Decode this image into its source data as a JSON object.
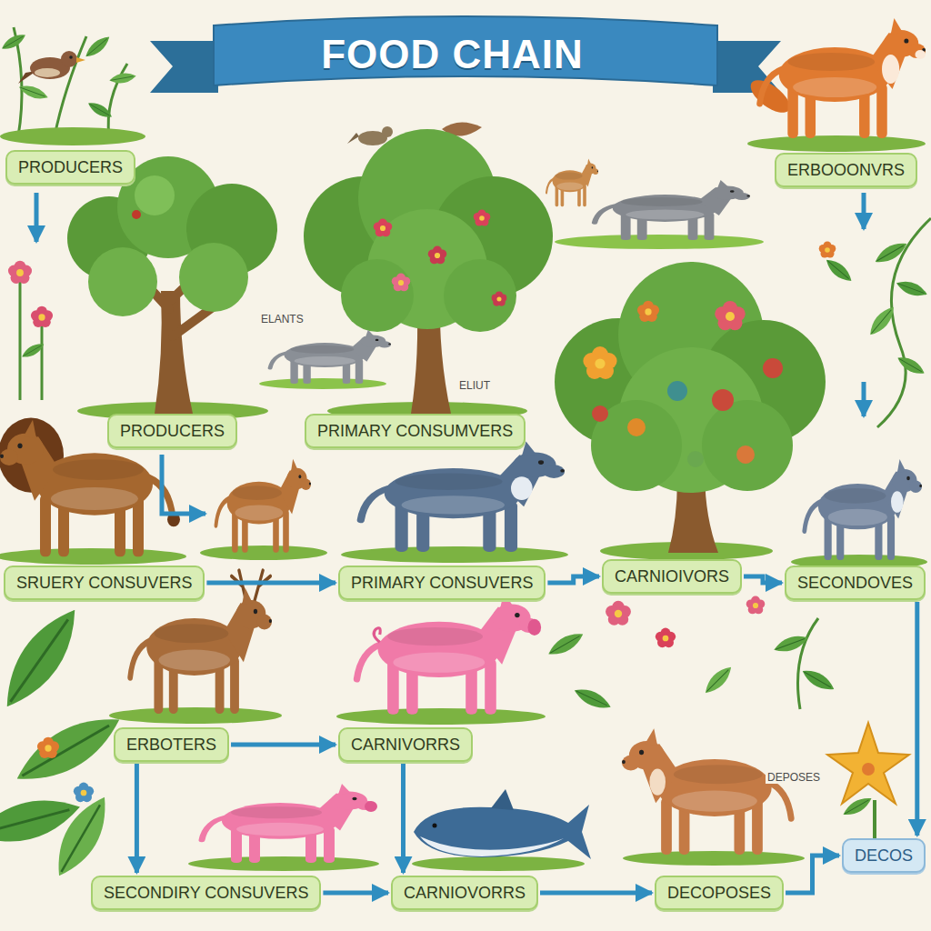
{
  "diagram": {
    "title": "FOOD CHAIN",
    "nodes": [
      {
        "text": [
          "PRODUCERS"
        ]
      },
      {
        "text": [
          "ERBOOONVRS"
        ]
      },
      {
        "text": [
          "PRODUCERS"
        ]
      },
      {
        "text": [
          "PRIMARY CONSUMVERS"
        ]
      },
      {
        "text": [
          "SRUERY CONSUVERS"
        ]
      },
      {
        "text": [
          "PRIMARY CONSUVERS"
        ]
      },
      {
        "text": [
          "CARNIOIVORS"
        ]
      },
      {
        "text": [
          "SECONDOVES"
        ]
      },
      {
        "text": [
          "ERBOTERS"
        ]
      },
      {
        "text": [
          "CARNIVORRS"
        ]
      },
      {
        "text": [
          "DECOS"
        ]
      },
      {
        "text": [
          "SECONDIRY CONSUVERS"
        ]
      },
      {
        "text": [
          "CARNIOVORRS"
        ]
      },
      {
        "text": [
          "DECOPOSES"
        ]
      }
    ],
    "edges": [
      {
        "from": 4,
        "to": 5,
        "arrow": "to"
      },
      {
        "from": 5,
        "to": 6,
        "arrow": "to"
      },
      {
        "from": 6,
        "to": 7,
        "arrow": "to"
      },
      {
        "from": 7,
        "to": 10,
        "arrow": "to"
      },
      {
        "from": 8,
        "to": 9,
        "arrow": "to"
      },
      {
        "from": 8,
        "to": 11,
        "arrow": "to"
      },
      {
        "from": 9,
        "to": 12,
        "arrow": "to"
      },
      {
        "from": 11,
        "to": 12,
        "arrow": "to"
      },
      {
        "from": 12,
        "to": 13,
        "arrow": "to"
      },
      {
        "from": 13,
        "to": 10,
        "arrow": "to"
      }
    ],
    "labels": [
      "ELANTS",
      "ELIUT",
      "DEPOSES"
    ]
  }
}
